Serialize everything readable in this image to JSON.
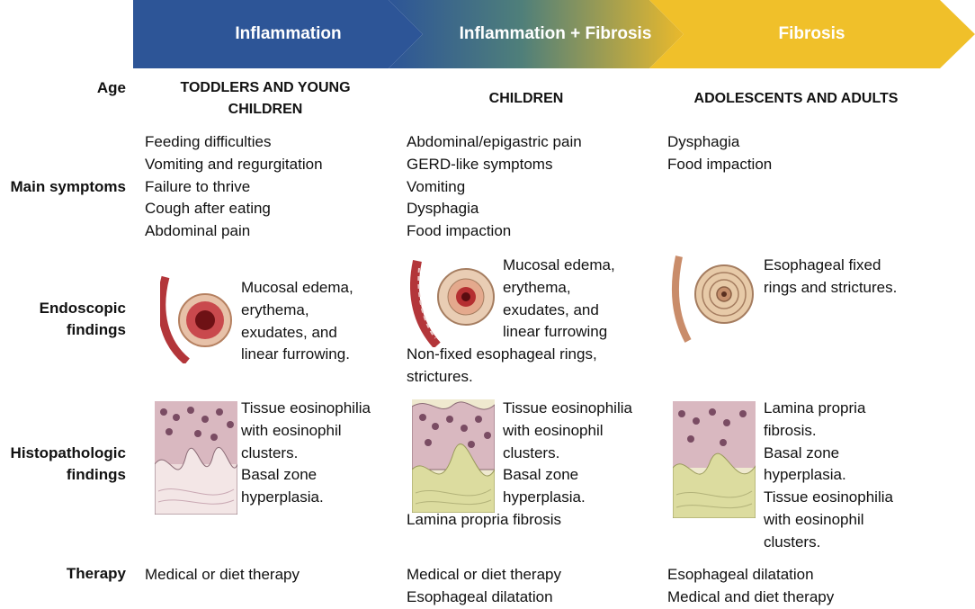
{
  "stages": [
    "Inflammation",
    "Inflammation + Fibrosis",
    "Fibrosis"
  ],
  "colors": {
    "stage1": "#2d5597",
    "stage3": "#f0c02a",
    "esophagus_wall": "#b3363a",
    "histo_stain": "#7a4c63",
    "fibrosis": "#d9d9a0"
  },
  "row_labels": {
    "age": "Age",
    "symptoms": "Main symptoms",
    "endoscopic": [
      "Endoscopic",
      "findings"
    ],
    "histo": [
      "Histopathologic",
      "findings"
    ],
    "therapy": "Therapy"
  },
  "columns": [
    {
      "age": [
        "TODDLERS AND YOUNG",
        "CHILDREN"
      ],
      "symptoms": [
        "Feeding difficulties",
        "Vomiting and regurgitation",
        "Failure to thrive",
        "Cough after eating",
        "Abdominal pain"
      ],
      "endoscopic": [
        "Mucosal edema,",
        "erythema,",
        "exudates, and",
        "linear furrowing."
      ],
      "endoscopic_extra": [],
      "histo": [
        "Tissue eosinophilia",
        "with eosinophil",
        "clusters.",
        "Basal zone",
        "hyperplasia."
      ],
      "histo_extra": [],
      "therapy": [
        "Medical or diet therapy"
      ]
    },
    {
      "age": [
        "CHILDREN"
      ],
      "symptoms": [
        "Abdominal/epigastric pain",
        "GERD-like symptoms",
        "Vomiting",
        "Dysphagia",
        "Food impaction"
      ],
      "endoscopic": [
        "Mucosal edema,",
        "erythema,",
        "exudates, and",
        "linear furrowing"
      ],
      "endoscopic_extra": [
        "Non-fixed esophageal rings,",
        "strictures."
      ],
      "histo": [
        "Tissue eosinophilia",
        "with eosinophil",
        "clusters.",
        "Basal zone",
        "hyperplasia."
      ],
      "histo_extra": [
        "Lamina propria fibrosis"
      ],
      "therapy": [
        "Medical or diet therapy",
        "Esophageal dilatation"
      ]
    },
    {
      "age": [
        "ADOLESCENTS AND ADULTS"
      ],
      "symptoms": [
        "Dysphagia",
        "Food impaction"
      ],
      "endoscopic": [
        "Esophageal fixed",
        "rings and strictures."
      ],
      "endoscopic_extra": [],
      "histo": [
        "Lamina propria",
        "fibrosis.",
        "Basal zone",
        "hyperplasia.",
        "Tissue eosinophilia",
        "with eosinophil",
        "clusters."
      ],
      "histo_extra": [],
      "therapy": [
        "Esophageal dilatation",
        "Medical and diet therapy"
      ]
    }
  ]
}
